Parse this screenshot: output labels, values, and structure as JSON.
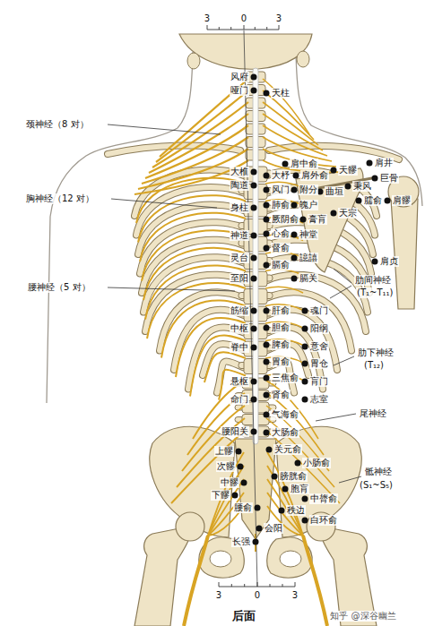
{
  "diagram": {
    "caption": "后面",
    "labels": [
      "3",
      "0",
      "3",
      "风府",
      "哑门",
      "天柱",
      "颈神经（8 对）",
      "肩中俞",
      "肩井",
      "天髎",
      "大椎",
      "大杼",
      "肩外俞",
      "巨骨",
      "陶道",
      "秉风",
      "风门",
      "附分",
      "曲垣",
      "臑俞",
      "肩髎",
      "胸神经（12 对）",
      "肺俞",
      "魄户",
      "身柱",
      "天宗",
      "厥阴俞",
      "膏肓",
      "心俞",
      "神道",
      "神堂",
      "督俞",
      "灵台",
      "譩譆",
      "肩贞",
      "膈俞",
      "至阳",
      "膈关",
      "肋间神经",
      "(T₁~T₁₁)",
      "腰神经（5 对）",
      "筋缩",
      "肝俞",
      "魂门",
      "中枢",
      "胆俞",
      "阳纲",
      "脾俞",
      "脊中",
      "意舍",
      "肋下神经",
      "(T₁₂)",
      "胃俞",
      "胃仓",
      "三焦俞",
      "悬枢",
      "肓门",
      "肾俞",
      "命门",
      "志室",
      "尾神经",
      "气海俞",
      "腰阳关",
      "大肠俞",
      "关元俞",
      "上髎",
      "小肠俞",
      "次髎",
      "骶神经",
      "膀胱俞",
      "中髎",
      "(S₁~S₅)",
      "胞肓",
      "下髎",
      "中膂俞",
      "腰俞",
      "秩边",
      "白环俞",
      "会阳",
      "长强",
      "3",
      "0",
      "3",
      "知乎 @深谷幽兰"
    ]
  }
}
